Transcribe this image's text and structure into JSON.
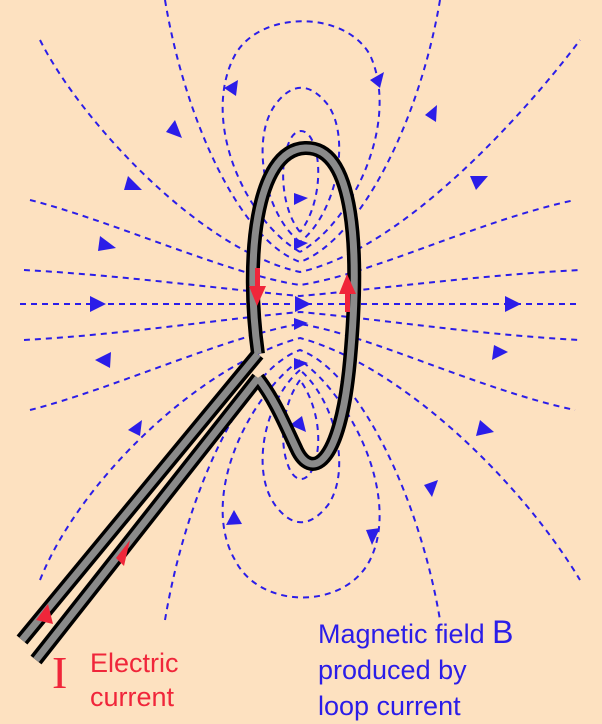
{
  "current": {
    "symbol": "I",
    "line1": "Electric",
    "line2": "current"
  },
  "field": {
    "line1": "Magnetic field",
    "symbol": "B",
    "line2": "produced by",
    "line3": "loop current"
  },
  "colors": {
    "background": "#fde1c0",
    "field_lines": "#2b1de8",
    "current": "#f0263a",
    "wire": "#8a8a8a"
  }
}
